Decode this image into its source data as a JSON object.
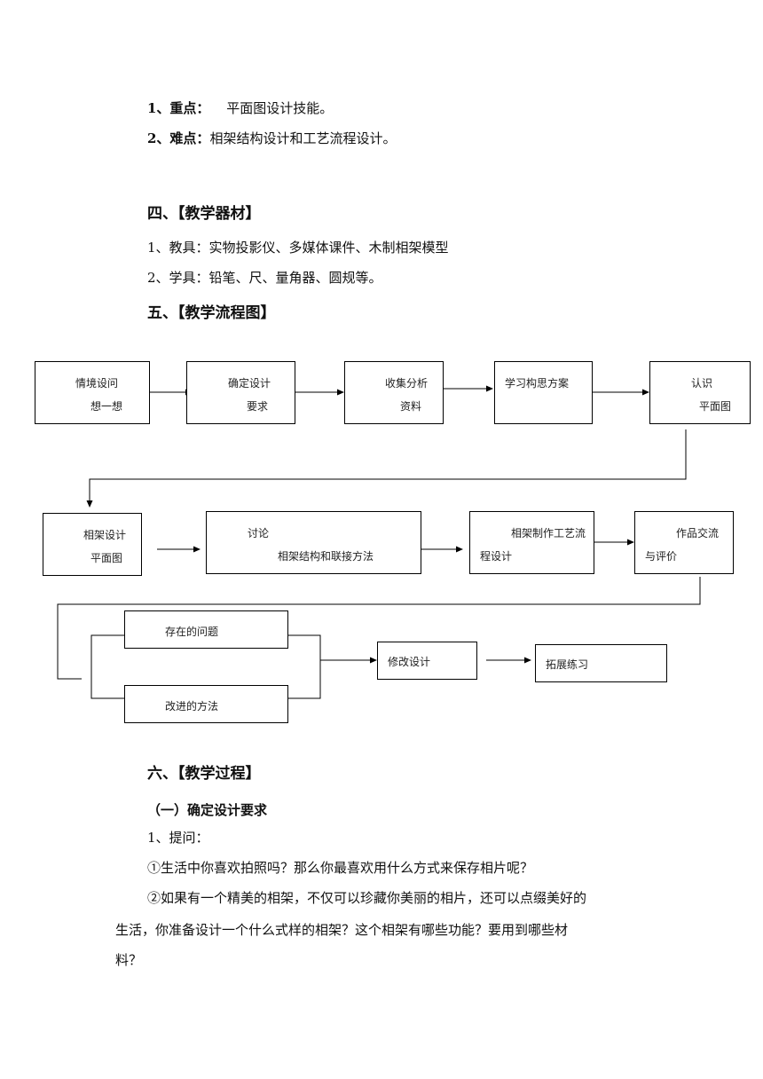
{
  "points": {
    "key_label": "1、重点：",
    "key_text": "平面图设计技能。",
    "hard_label": "2、难点：",
    "hard_text": "相架结构设计和工艺流程设计。"
  },
  "section4": {
    "heading": "四、【教学器材】",
    "item1": "1、教具：实物投影仪、多媒体课件、木制相架模型",
    "item2": "2、学具：铅笔、尺、量角器、圆规等。"
  },
  "section5": {
    "heading": "五、【教学流程图】"
  },
  "flow": {
    "n1_a": "情境设问",
    "n1_b": "想一想",
    "n2_a": "确定设计",
    "n2_b": "要求",
    "n3_a": "收集分析",
    "n3_b": "资料",
    "n4": "学习构思方案",
    "n5_a": "认识",
    "n5_b": "平面图",
    "n6_a": "相架设计",
    "n6_b": "平面图",
    "n7_a": "讨论",
    "n7_b": "相架结构和联接方法",
    "n8_a": "相架制作工艺流",
    "n8_b": "程设计",
    "n9_a": "作品交流",
    "n9_b": "与评价",
    "n10": "存在的问题",
    "n11": "改进的方法",
    "n12": "修改设计",
    "n13": "拓展练习"
  },
  "section6": {
    "heading": "六、【教学过程】",
    "sub1": "（一）确定设计要求",
    "ask": "1、提问：",
    "q1": "①生活中你喜欢拍照吗？那么你最喜欢用什么方式来保存相片呢？",
    "q2_line1": "②如果有一个精美的相架，不仅可以珍藏你美丽的相片，还可以点缀美好的",
    "q2_line2": "生活，你准备设计一个什么式样的相架？这个相架有哪些功能？要用到哪些材",
    "q2_line3": "料？"
  }
}
